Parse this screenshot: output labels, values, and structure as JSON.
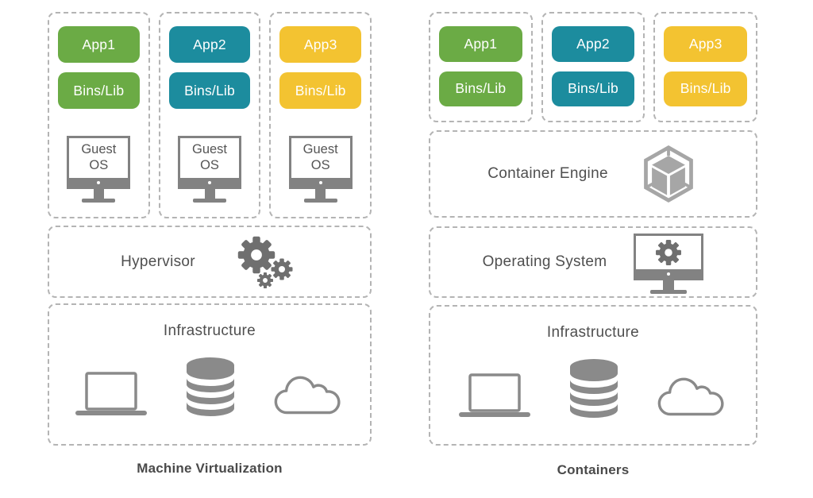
{
  "left": {
    "caption": "Machine Virtualization",
    "stacks": [
      {
        "app": "App1",
        "bins": "Bins/Lib",
        "guest_os": "Guest OS",
        "color": "#6BAB45"
      },
      {
        "app": "App2",
        "bins": "Bins/Lib",
        "guest_os": "Guest OS",
        "color": "#1C8C9E"
      },
      {
        "app": "App3",
        "bins": "Bins/Lib",
        "guest_os": "Guest OS",
        "color": "#F3C331"
      }
    ],
    "hypervisor": {
      "label": "Hypervisor",
      "icon": "gears-icon"
    },
    "infrastructure": {
      "label": "Infrastructure",
      "icons": [
        "laptop-icon",
        "database-icon",
        "cloud-icon"
      ]
    }
  },
  "right": {
    "caption": "Containers",
    "stacks": [
      {
        "app": "App1",
        "bins": "Bins/Lib",
        "color": "#6BAB45"
      },
      {
        "app": "App2",
        "bins": "Bins/Lib",
        "color": "#1C8C9E"
      },
      {
        "app": "App3",
        "bins": "Bins/Lib",
        "color": "#F3C331"
      }
    ],
    "container_engine": {
      "label": "Container Engine",
      "icon": "container-cube-icon"
    },
    "operating_system": {
      "label": "Operating System",
      "icon": "monitor-gear-icon"
    },
    "infrastructure": {
      "label": "Infrastructure",
      "icons": [
        "laptop-icon",
        "database-icon",
        "cloud-icon"
      ]
    }
  },
  "colors": {
    "app1_green": "#6BAB45",
    "app2_teal": "#1C8C9E",
    "app3_yellow": "#F3C331",
    "icon_gray": "#6F6F6F",
    "icon_light_gray": "#A6A6A6",
    "outline_gray": "#8A8A8A",
    "dash_border": "#B4B4B4",
    "text_dark": "#4F4F4F"
  }
}
